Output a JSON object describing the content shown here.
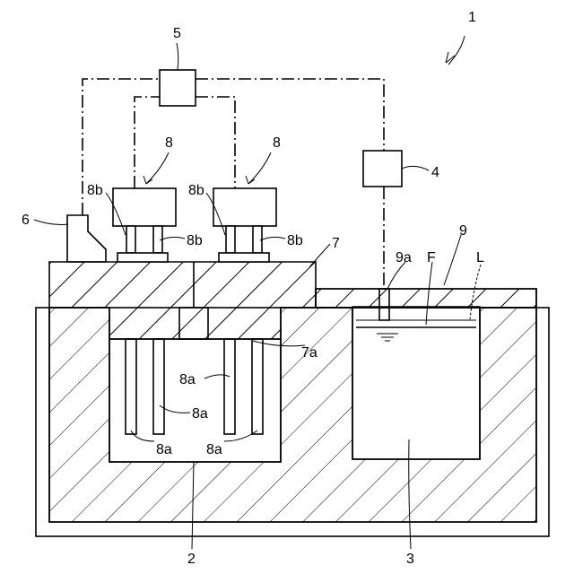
{
  "diagram": {
    "labels": {
      "device": "1",
      "part_2": "2",
      "part_3": "3",
      "part_4": "4",
      "part_5": "5",
      "part_6": "6",
      "part_7": "7",
      "part_7a": "7a",
      "part_8_left": "8",
      "part_8_right": "8",
      "part_8a_1": "8a",
      "part_8a_2": "8a",
      "part_8a_3": "8a",
      "part_8a_4": "8a",
      "part_8b_1": "8b",
      "part_8b_2": "8b",
      "part_8b_3": "8b",
      "part_8b_4": "8b",
      "part_9": "9",
      "part_9a": "9a",
      "label_F": "F",
      "label_L": "L"
    },
    "colors": {
      "line": "#000000",
      "background": "#ffffff"
    }
  }
}
